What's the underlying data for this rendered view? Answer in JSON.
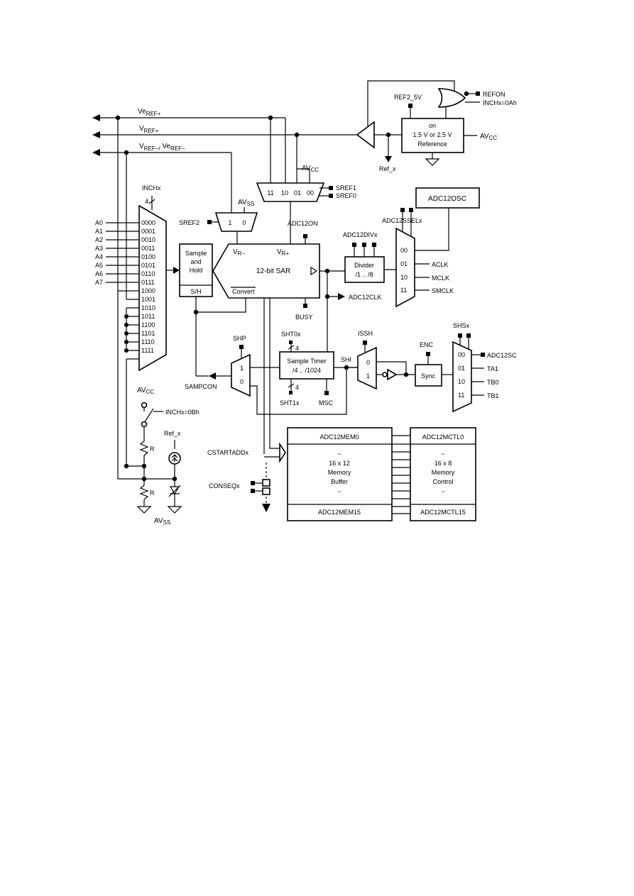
{
  "rails": {
    "veref_plus": {
      "main": "Ve",
      "sub": "REF+"
    },
    "vref_plus": {
      "main": "V",
      "sub": "REF+"
    },
    "vref_minus": {
      "main": "V",
      "sub1": "REF−/",
      "main2": " Ve",
      "sub2": "REF−"
    }
  },
  "reference": {
    "line1": "on",
    "line2": "1.5 V or 2.5 V",
    "line3": "Reference",
    "ref2_5v": "REF2_5V",
    "refon": "REFON",
    "inchx_0a": "INCHx=0Ah",
    "avcc_main": "AV",
    "avcc_sub": "CC",
    "ref_x": "Ref_x"
  },
  "ref_mux": {
    "inputs": [
      "11",
      "10",
      "01",
      "00"
    ],
    "avcc_main": "AV",
    "avcc_sub": "CC",
    "sref1": "SREF1",
    "sref0": "SREF0"
  },
  "neg_mux": {
    "inputs": [
      "1",
      "0"
    ],
    "avss_main": "AV",
    "avss_sub": "SS",
    "sref2": "SREF2"
  },
  "input_mux": {
    "title": "INCHx",
    "bits": "4",
    "channels": [
      "A0",
      "A1",
      "A2",
      "A3",
      "A4",
      "A5",
      "A6",
      "A7"
    ],
    "codes": [
      "0000",
      "0001",
      "0010",
      "0011",
      "0100",
      "0101",
      "0110",
      "0111",
      "1000",
      "1001",
      "1010",
      "1011",
      "1100",
      "1101",
      "1110",
      "1111"
    ]
  },
  "sample_hold": {
    "line1": "Sample",
    "line2": "and",
    "line3": "Hold",
    "sh": "S/H"
  },
  "sar": {
    "title": "12-bit SAR",
    "vr_minus_main": "V",
    "vr_minus_sub": "R−",
    "vr_plus_main": "V",
    "vr_plus_sub": "R+",
    "convert": "Convert",
    "adc12on": "ADC12ON",
    "busy": "BUSY"
  },
  "divider": {
    "line1": "Divider",
    "line2": "/1 .. /8",
    "label": "ADC12DIVx"
  },
  "clock_mux": {
    "label": "ADC12SSELx",
    "codes": [
      "00",
      "01",
      "10",
      "11"
    ],
    "sources": [
      "ACLK",
      "MCLK",
      "SMCLK"
    ],
    "adc12osc": "ADC12OSC",
    "adc12clk": "ADC12CLK"
  },
  "sample_timer": {
    "line1": "Sample Timer",
    "line2": "/4 .. /1024",
    "sht0x": "SHT0x",
    "sht1x": "SHT1x",
    "bits0": "4",
    "bits1": "4",
    "msc": "MSC",
    "shi": "SHI"
  },
  "shp_mux": {
    "label": "SHP",
    "inputs": [
      "1",
      "0"
    ],
    "sampcon": "SAMPCON"
  },
  "issh_mux": {
    "label": "ISSH",
    "inputs": [
      "0",
      "1"
    ]
  },
  "sync": {
    "label": "Sync",
    "enc": "ENC"
  },
  "shs_mux": {
    "label": "SHSx",
    "codes": [
      "00",
      "01",
      "10",
      "11"
    ],
    "sources": [
      "ADC12SC",
      "TA1",
      "TB0",
      "TB1"
    ]
  },
  "temp_sensor": {
    "avcc_main": "AV",
    "avcc_sub": "CC",
    "inchx_0b": "INCHx=0Bh",
    "r": "R",
    "ref_x": "Ref_x",
    "avss_main": "AV",
    "avss_sub": "SS"
  },
  "memory": {
    "cstartaddx": "CSTARTADDx",
    "conseqx": "CONSEQx",
    "mem_top": "ADC12MEM0",
    "mem_dash1": "−",
    "mem_l1": "16 x 12",
    "mem_l2": "Memory",
    "mem_l3": "Buffer",
    "mem_dash2": "−",
    "mem_bottom": "ADC12MEM15",
    "ctl_top": "ADC12MCTL0",
    "ctl_dash1": "−",
    "ctl_l1": "16 x 8",
    "ctl_l2": "Memory",
    "ctl_l3": "Control",
    "ctl_dash2": "−",
    "ctl_bottom": "ADC12MCTL15"
  }
}
